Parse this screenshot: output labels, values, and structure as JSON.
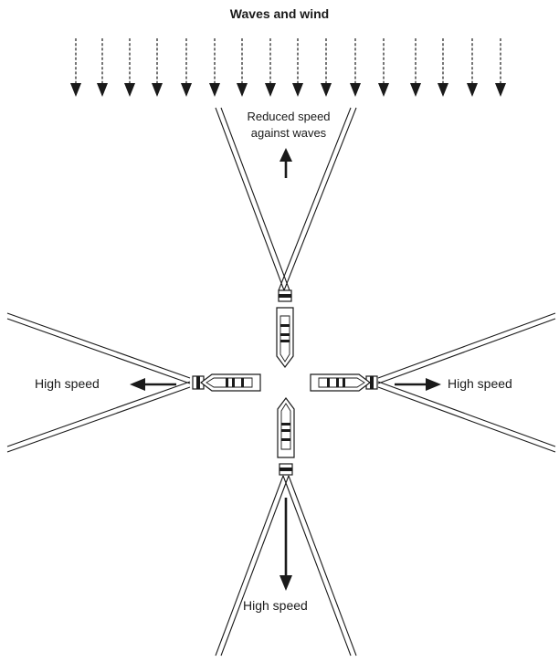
{
  "title": "Waves and wind",
  "labels": {
    "top_line1": "Reduced speed",
    "top_line2": "against waves",
    "left": "High speed",
    "right": "High speed",
    "bottom": "High speed"
  },
  "icons": {
    "wind_arrows": "dashed-down-arrow",
    "boat": "boat-with-outriggers-icon",
    "direction_arrow": "solid-arrow-icon"
  },
  "colors": {
    "ink": "#1a1a1a",
    "background": "#ffffff"
  }
}
